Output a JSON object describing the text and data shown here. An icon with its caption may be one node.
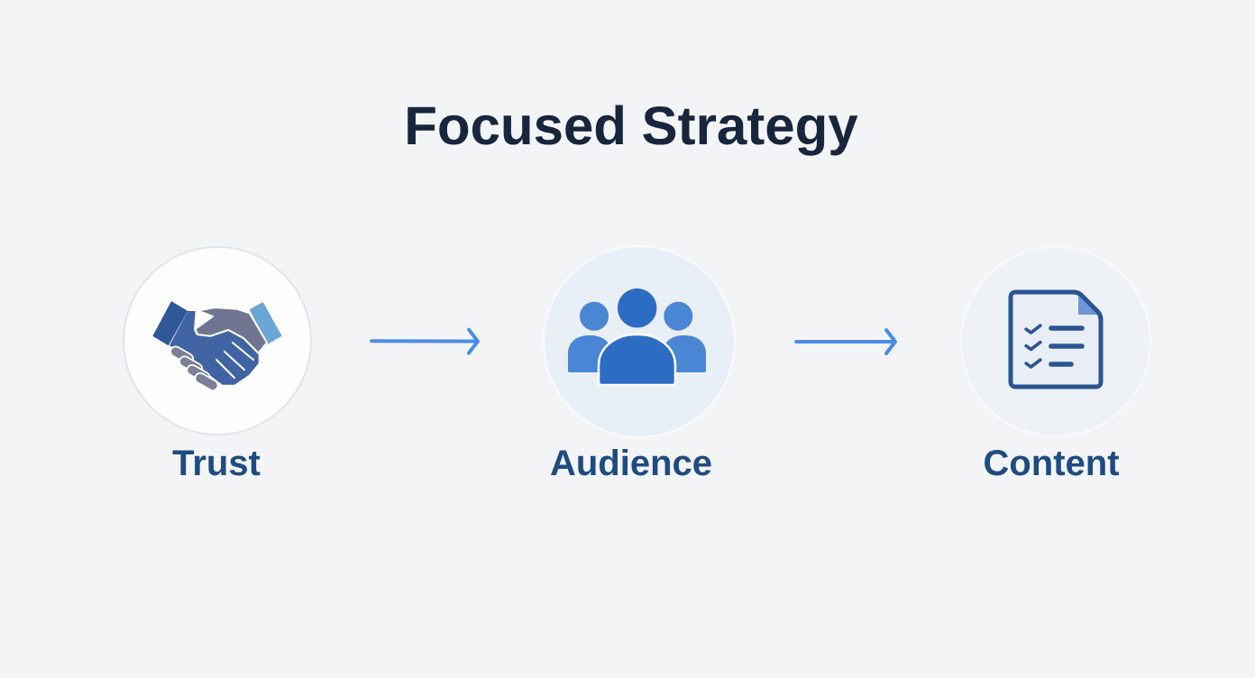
{
  "diagram": {
    "title": "Focused Strategy",
    "nodes": [
      {
        "text": [
          "Trust"
        ]
      },
      {
        "text": [
          "Audience"
        ]
      },
      {
        "text": [
          "Content"
        ]
      }
    ],
    "edges": [
      {
        "from": 0,
        "to": 1,
        "arrow": "to"
      },
      {
        "from": 1,
        "to": 2,
        "arrow": "to"
      }
    ]
  }
}
